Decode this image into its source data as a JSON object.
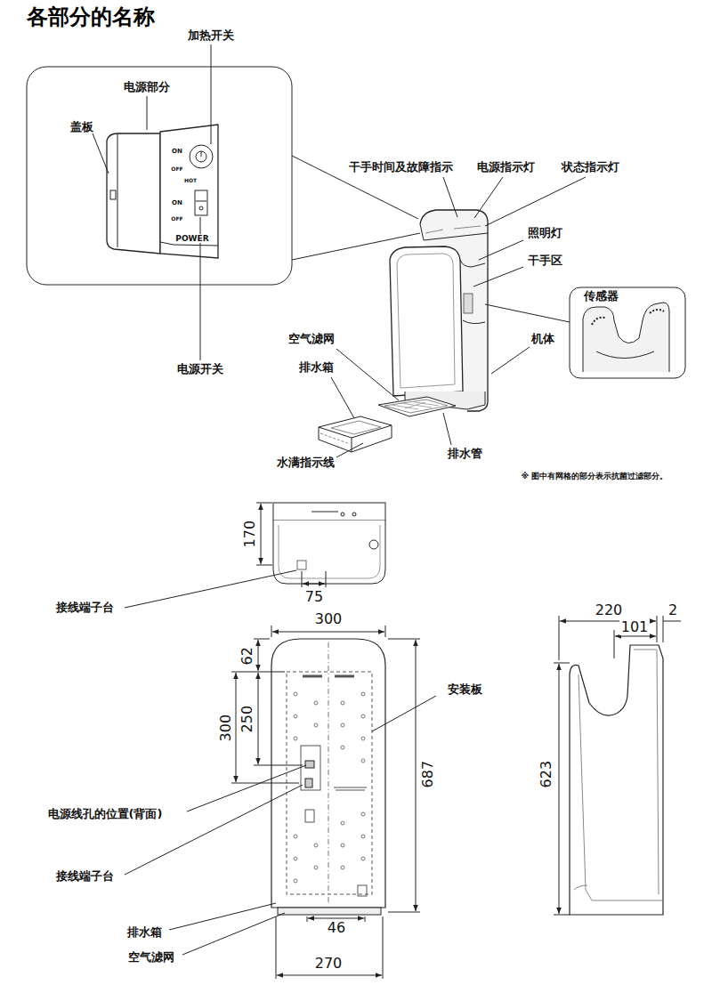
{
  "diagram": {
    "title": "各部分的名称",
    "labels": [
      "加热开关",
      "电源部分",
      "盖板",
      "ON",
      "OFF",
      "HOT",
      "ON",
      "OFF",
      "POWER",
      "电源开关",
      "干手时间及故障指示",
      "电源指示灯",
      "状态指示灯",
      "照明灯",
      "干手区",
      "传感器",
      "机体",
      "空气滤网",
      "排水箱",
      "水满指示线",
      "排水管",
      "※ 图中有网格的部分表示抗菌过滤部分。",
      "170",
      "75",
      "接线端子台",
      "300",
      "62",
      "300",
      "250",
      "安装板",
      "687",
      "电源线孔的位置(背面)",
      "接线端子台",
      "排水箱",
      "46",
      "空气滤网",
      "270",
      "220",
      "2",
      "101",
      "623"
    ]
  }
}
